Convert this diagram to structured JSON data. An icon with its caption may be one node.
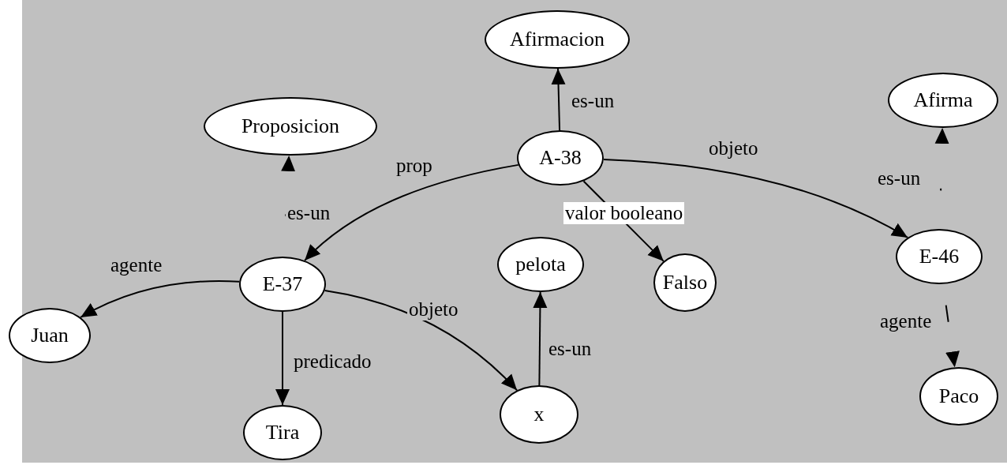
{
  "diagram": {
    "nodes": [
      {
        "text": [
          "Afirmacion"
        ]
      },
      {
        "text": [
          "Afirma"
        ]
      },
      {
        "text": [
          "Proposicion"
        ]
      },
      {
        "text": [
          "A-38"
        ]
      },
      {
        "text": [
          "E-37"
        ]
      },
      {
        "text": [
          "pelota"
        ]
      },
      {
        "text": [
          "Falso"
        ]
      },
      {
        "text": [
          "E-46"
        ]
      },
      {
        "text": [
          "Juan"
        ]
      },
      {
        "text": [
          "Tira"
        ]
      },
      {
        "text": [
          "x"
        ]
      },
      {
        "text": [
          "Paco"
        ]
      }
    ],
    "edges": [
      {
        "from": 3,
        "to": 0,
        "label": "es-un",
        "arrow": "to"
      },
      {
        "from": 3,
        "to": 4,
        "label": "prop",
        "arrow": "to"
      },
      {
        "from": 3,
        "to": 6,
        "label": "valor booleano",
        "arrow": "to"
      },
      {
        "from": 3,
        "to": 7,
        "label": "objeto",
        "arrow": "to"
      },
      {
        "from": 4,
        "to": 2,
        "label": "es-un",
        "arrow": "to",
        "style": "dashed"
      },
      {
        "from": 4,
        "to": 8,
        "label": "agente",
        "arrow": "to"
      },
      {
        "from": 4,
        "to": 9,
        "label": "predicado",
        "arrow": "to"
      },
      {
        "from": 4,
        "to": 10,
        "label": "objeto",
        "arrow": "to"
      },
      {
        "from": 10,
        "to": 5,
        "label": "es-un",
        "arrow": "to"
      },
      {
        "from": 7,
        "to": 1,
        "label": "es-un",
        "arrow": "to",
        "style": "dashed"
      },
      {
        "from": 7,
        "to": 11,
        "label": "agente",
        "arrow": "to",
        "style": "dashed"
      }
    ]
  }
}
